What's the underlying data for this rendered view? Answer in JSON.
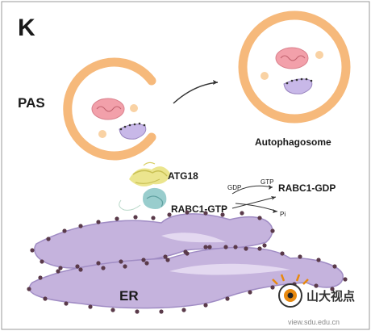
{
  "panel_label": "K",
  "labels": {
    "pas": "PAS",
    "autophagosome": "Autophagosome",
    "atg18": "ATG18",
    "rabc1_gtp": "RABC1-GTP",
    "rabc1_gdp": "RABC1-GDP",
    "gdp": "GDP",
    "gtp": "GTP",
    "pi": "Pi",
    "er": "ER"
  },
  "watermark": {
    "name": "山大视点",
    "url": "view.sdu.edu.cn"
  },
  "colors": {
    "membrane": "#f6b97b",
    "mitochondrion": "#f2a0aa",
    "vesicle": "#f9d2a4",
    "protein": "#c8b8e8",
    "er_fill": "#c5b3dd",
    "er_outline": "#a08cc4",
    "ribosome": "#5a3a4a",
    "atg18": "#e8e07a",
    "rabc1": "#8ec8c8",
    "logo": "#e8890f"
  }
}
